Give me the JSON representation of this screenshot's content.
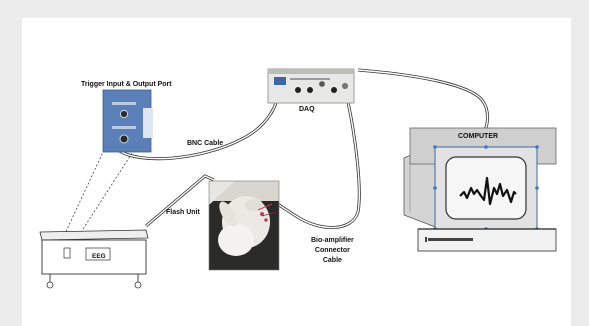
{
  "labels": {
    "trigger_port": "Trigger Input & Output Port",
    "bnc_cable": "BNC Cable",
    "daq": "DAQ",
    "computer": "COMPUTER",
    "flash_unit": "Flash Unit",
    "bio_amplifier_line1": "Bio-amplifier",
    "bio_amplifier_line2": "Connector",
    "bio_amplifier_line3": "Cable",
    "eeg": "EEG"
  },
  "colors": {
    "background": "#ececec",
    "panel": "#ffffff",
    "trigger_panel": "#5b7fb8",
    "monitor_bezel": "#cfcfcf",
    "monitor_frame": "#7d7d7d",
    "selection_handle": "#3a78c9"
  }
}
